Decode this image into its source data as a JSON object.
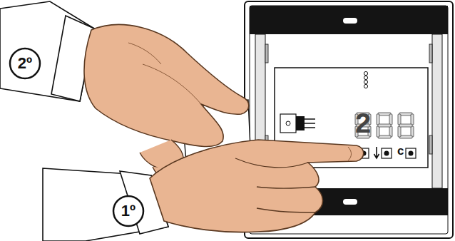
{
  "diagram": {
    "nodes": [
      {
        "text": [
          "2º"
        ]
      },
      {
        "text": [
          "1º"
        ]
      }
    ],
    "labels": [
      "2",
      "c"
    ]
  }
}
